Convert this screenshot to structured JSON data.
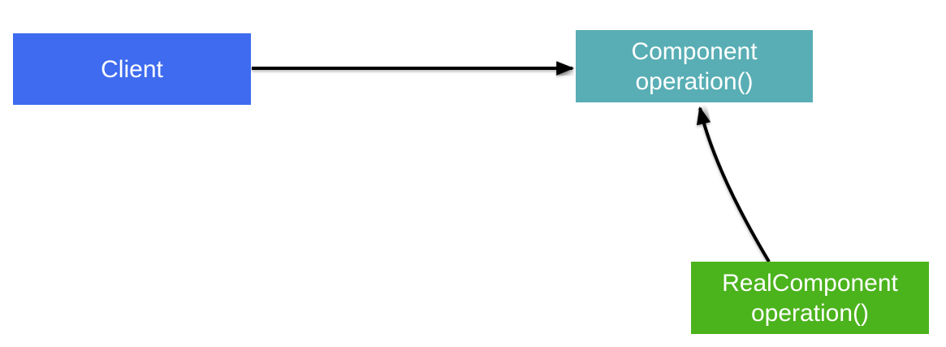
{
  "diagram": {
    "nodes": {
      "client": {
        "label": "Client",
        "color": "#3E6BEF",
        "text_color": "#FFFFFF"
      },
      "component": {
        "label": "Component",
        "method": "operation()",
        "color": "#58AEB4",
        "text_color": "#FFFFFF"
      },
      "real_component": {
        "label": "RealComponent",
        "method": "operation()",
        "color": "#4BB31C",
        "text_color": "#FFFFFF"
      }
    },
    "edges": [
      {
        "from": "client",
        "to": "component",
        "shape": "straight",
        "direction": "left-to-right",
        "color": "#000000"
      },
      {
        "from": "real_component",
        "to": "component",
        "shape": "curved",
        "direction": "bottom-to-top",
        "color": "#000000"
      }
    ]
  }
}
